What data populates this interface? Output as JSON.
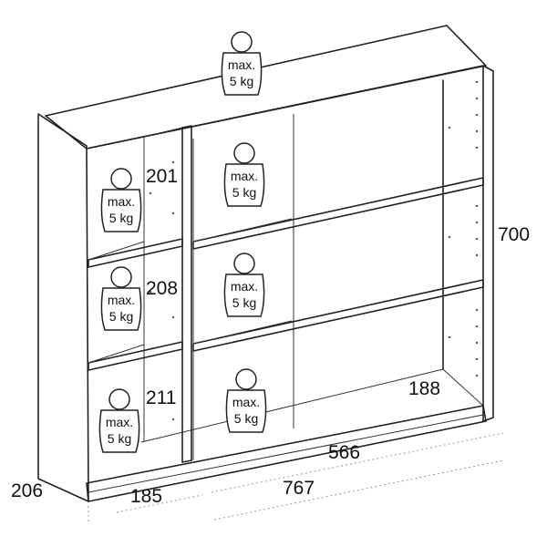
{
  "diagram": {
    "dimensions": {
      "height": "700",
      "depth": "206",
      "total_width": "767",
      "right_width": "566",
      "left_width": "185",
      "left_top_gap": "201",
      "left_mid_gap": "208",
      "left_bottom_gap": "211",
      "right_depth": "188"
    },
    "weight_label_line1": "max.",
    "weight_label_line2": "5 kg",
    "weights_count": 7
  }
}
